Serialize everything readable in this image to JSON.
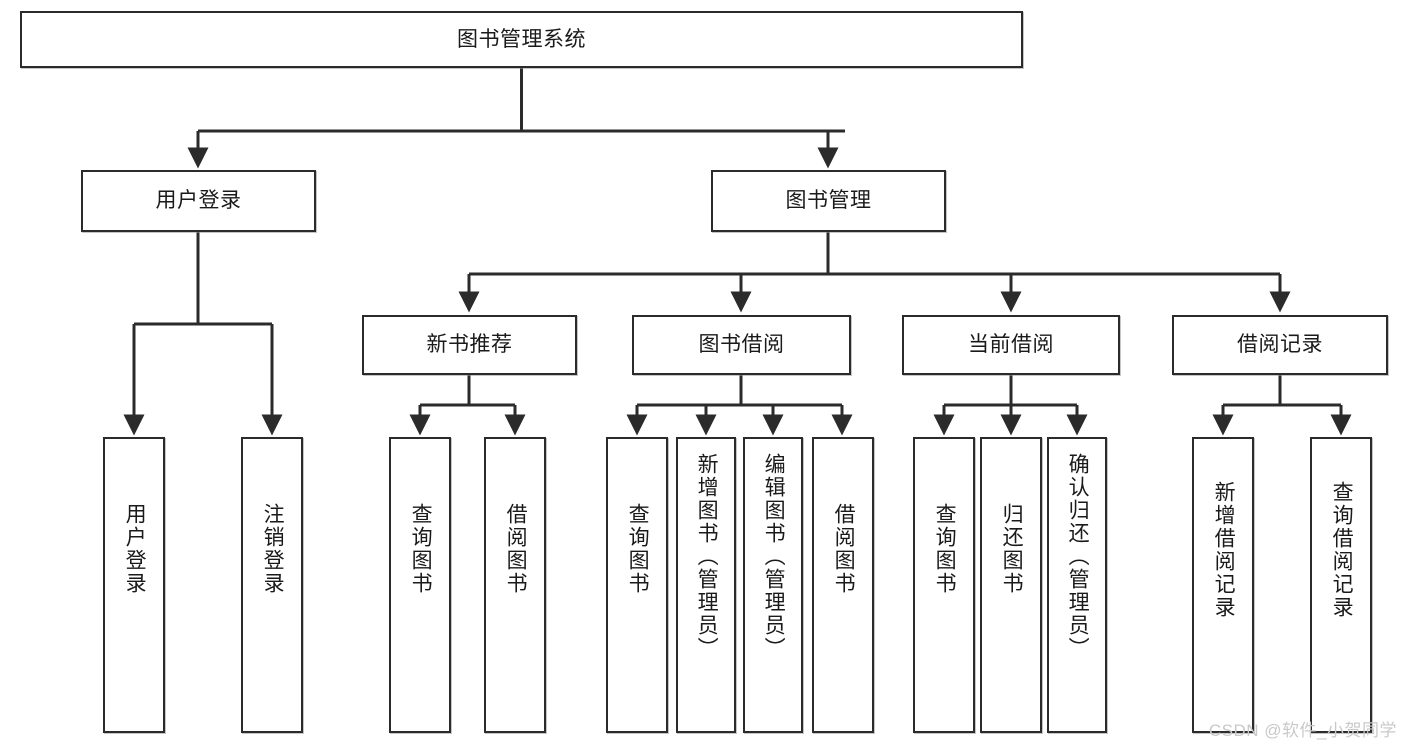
{
  "diagram": {
    "title": "图书管理系统",
    "type": "tree-hierarchy-diagram",
    "colors": {
      "box_border": "#2b2b2b",
      "box_fill": "#ffffff",
      "connector": "#2b2b2b",
      "watermark": "#c9c9c9",
      "background": "#ffffff"
    },
    "root": {
      "label": "图书管理系统"
    },
    "level2": [
      {
        "label": "用户登录"
      },
      {
        "label": "图书管理"
      }
    ],
    "level3": [
      {
        "label": "新书推荐"
      },
      {
        "label": "图书借阅"
      },
      {
        "label": "当前借阅"
      },
      {
        "label": "借阅记录"
      }
    ],
    "leaves": {
      "user_login": [
        {
          "label": "用户登录"
        },
        {
          "label": "注销登录"
        }
      ],
      "new_book_recommend": [
        {
          "label": "查询图书"
        },
        {
          "label": "借阅图书"
        }
      ],
      "book_borrow": [
        {
          "label": "查询图书"
        },
        {
          "label": "新增图书（管理员）"
        },
        {
          "label": "编辑图书（管理员）"
        },
        {
          "label": "借阅图书"
        }
      ],
      "current_borrow": [
        {
          "label": "查询图书"
        },
        {
          "label": "归还图书"
        },
        {
          "label": "确认归还（管理员）"
        }
      ],
      "borrow_record": [
        {
          "label": "新增借阅记录"
        },
        {
          "label": "查询借阅记录"
        }
      ]
    },
    "watermark": "CSDN @软件_小贺同学"
  }
}
